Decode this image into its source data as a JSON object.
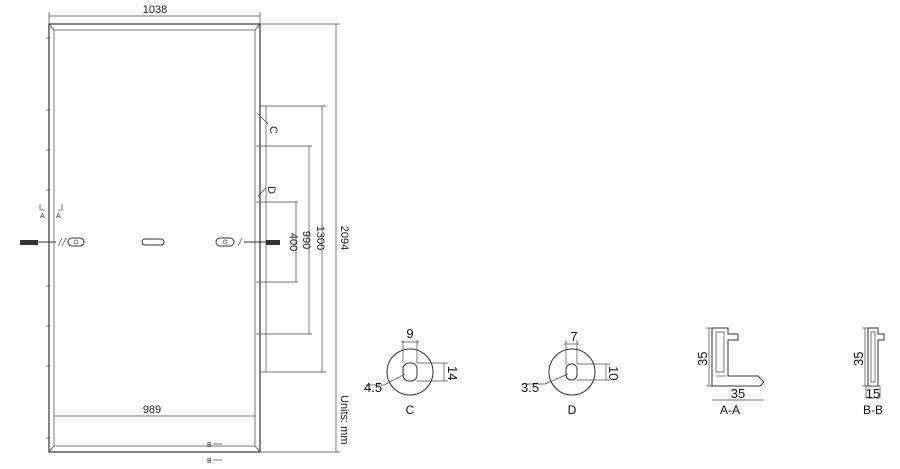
{
  "front_view": {
    "width_label": "1038",
    "inner_width_label": "989",
    "height_label": "2094",
    "dim_1300": "1300",
    "dim_990": "990",
    "dim_400": "400",
    "section_a_left": "A",
    "section_a_right": "A",
    "section_b_top": "B",
    "section_b_bottom": "B",
    "detail_c_marker": "C",
    "detail_d_marker": "D",
    "units": "Units: mm"
  },
  "detail_c": {
    "title": "C",
    "dim_width": "9",
    "dim_height": "14",
    "dim_dia": "4.5"
  },
  "detail_d": {
    "title": "D",
    "dim_width": "7",
    "dim_height": "10",
    "dim_dia": "3.5"
  },
  "section_aa": {
    "title": "A-A",
    "dim_height": "35",
    "dim_width": "35"
  },
  "section_bb": {
    "title": "B-B",
    "dim_height": "35",
    "dim_width": "15"
  }
}
